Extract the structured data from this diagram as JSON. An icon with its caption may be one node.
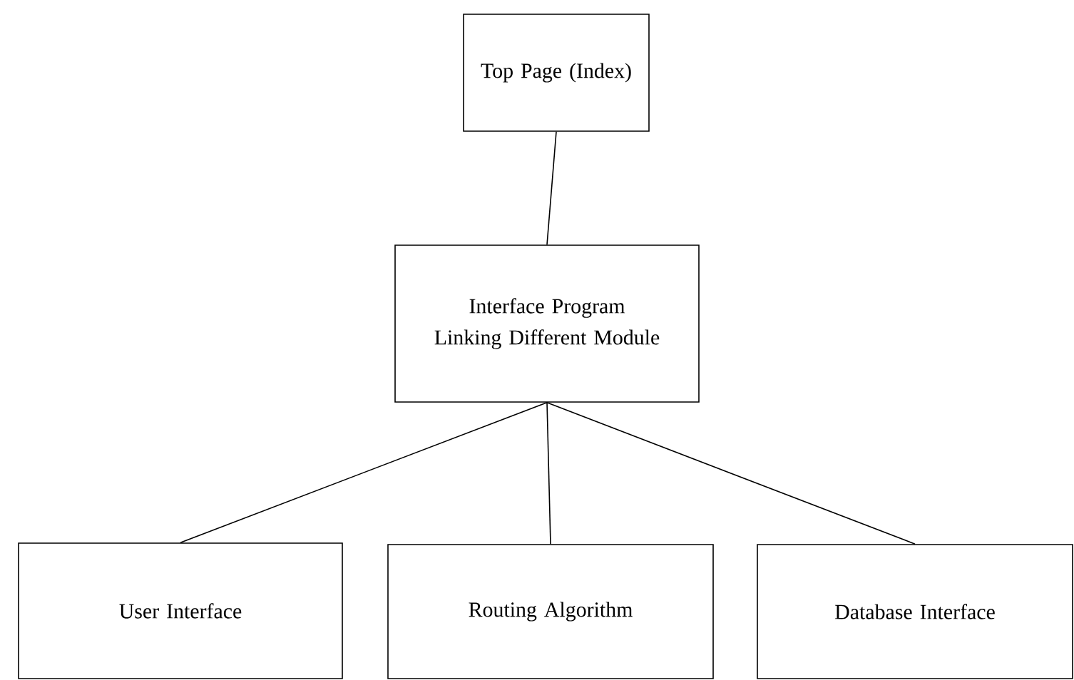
{
  "diagram": {
    "nodes": [
      {
        "text": [
          "Top Page (Index)"
        ]
      },
      {
        "text": [
          "Interface Program Linking Different Module"
        ]
      },
      {
        "text": [
          "User Interface"
        ]
      },
      {
        "text": [
          "Routing Algorithm"
        ]
      },
      {
        "text": [
          "Database Interface"
        ]
      }
    ],
    "edges": [
      {
        "from": 0,
        "to": 1,
        "arrow": "none"
      },
      {
        "from": 1,
        "to": 2,
        "arrow": "none"
      },
      {
        "from": 1,
        "to": 3,
        "arrow": "none"
      },
      {
        "from": 1,
        "to": 4,
        "arrow": "none"
      }
    ]
  }
}
